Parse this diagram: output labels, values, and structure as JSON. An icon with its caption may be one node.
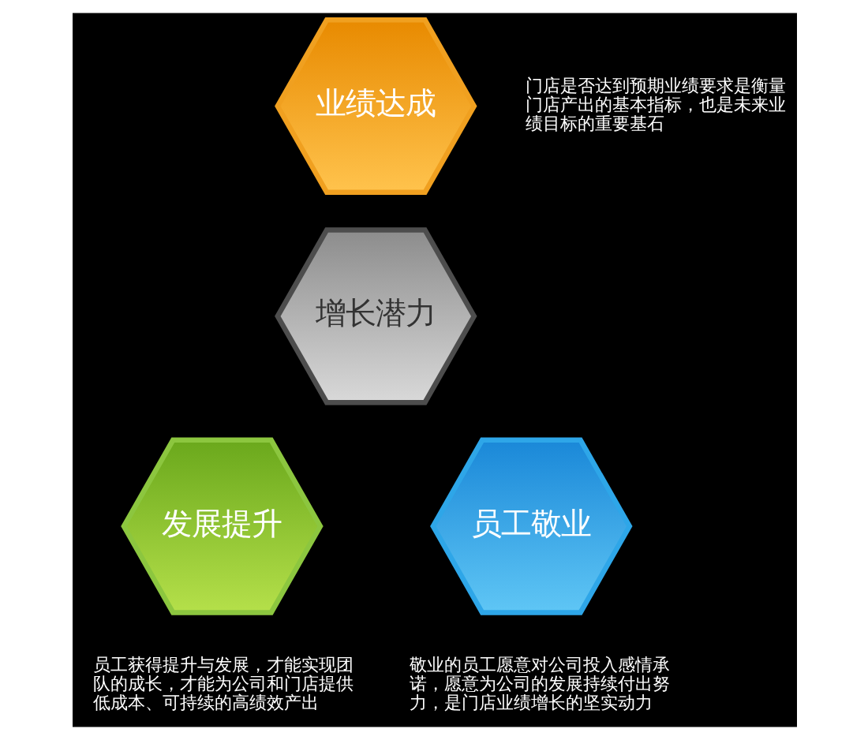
{
  "diagram": {
    "nodes": [
      {
        "text": [
          "增长潜力"
        ]
      },
      {
        "text": [
          "业绩达成"
        ],
        "beside": [
          "门店是否达到预期业绩要求是衡量门店产出的基本指标，也是未来业绩目标的重要基石"
        ]
      },
      {
        "text": [
          "发展提升"
        ],
        "beside": [
          "员工获得提升与发展，才能实现团队的成长，才能为公司和门店提供低成本、可持续的高绩效产出"
        ]
      },
      {
        "text": [
          "员工敬业"
        ],
        "beside": [
          "敬业的员工愿意对公司投入感情承诺，愿意为公司的发展持续付出努力，是门店业绩增长的坚实动力"
        ]
      }
    ],
    "edges": []
  }
}
